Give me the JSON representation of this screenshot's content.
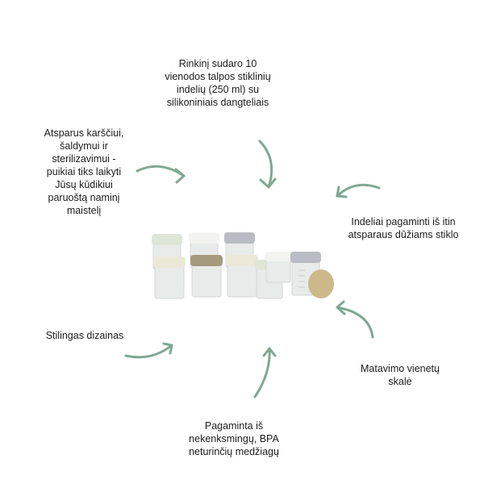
{
  "features": {
    "top": [
      "Rinkinį sudaro 10",
      "vienodos talpos stiklinių",
      "indelių (250 ml) su",
      "silikoniniais dangteliais"
    ],
    "left": [
      "Atsparus karščiui,",
      "šaldymui ir",
      "sterilizavimui -",
      "puikiai tiks laikyti",
      "Jūsų kūdikiui",
      "paruoštą naminį",
      "maistelį"
    ],
    "right": [
      "Indeliai pagaminti iš itin",
      "atsparaus dūžiams stiklo"
    ],
    "style": [
      "Stilingas dizainas"
    ],
    "scale": [
      "Matavimo vienetų",
      "skalė"
    ],
    "bottom": [
      "Pagaminta iš",
      "nekenksmingų, BPA",
      "neturinčių medžiagų"
    ]
  },
  "colors": {
    "arrow": "#7fa894",
    "lid_sage": "#dfe6d8",
    "lid_white": "#f3f3f1",
    "lid_grey": "#b9bcc4",
    "lid_olive": "#a69a7d",
    "lid_cream": "#ece8d8",
    "lid_sand": "#cdb88a",
    "glass": "#e9ebea"
  },
  "icons": [
    "curved-arrow-icon"
  ]
}
